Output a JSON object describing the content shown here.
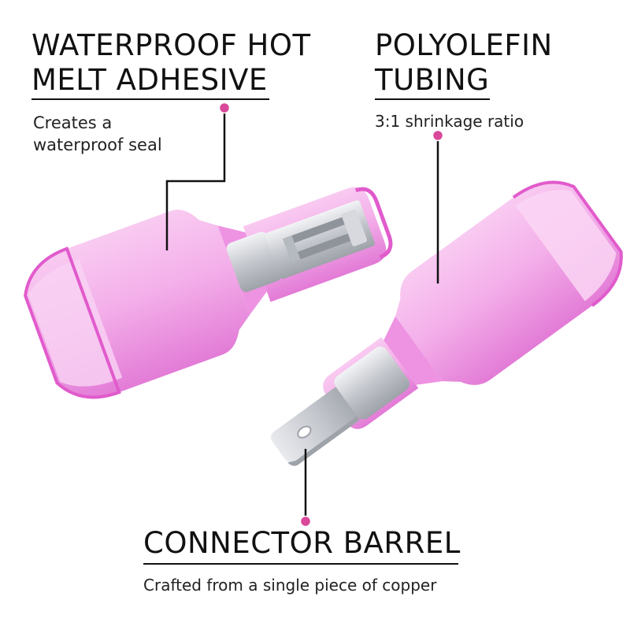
{
  "colors": {
    "accent_dot": "#d9489a",
    "tubing_pink": "#e879d8",
    "tubing_light": "#f6bdee",
    "metal": "#c9ccd1",
    "text": "#111111"
  },
  "callouts": {
    "adhesive": {
      "title": "WATERPROOF HOT\nMELT ADHESIVE",
      "description": "Creates a\nwaterproof seal"
    },
    "tubing": {
      "title": "POLYOLEFIN\nTUBING",
      "description": "3:1 shrinkage ratio"
    },
    "barrel": {
      "title": "CONNECTOR BARREL",
      "description": "Crafted from a single piece of copper"
    }
  },
  "icons": [
    "pink-dot-marker"
  ]
}
